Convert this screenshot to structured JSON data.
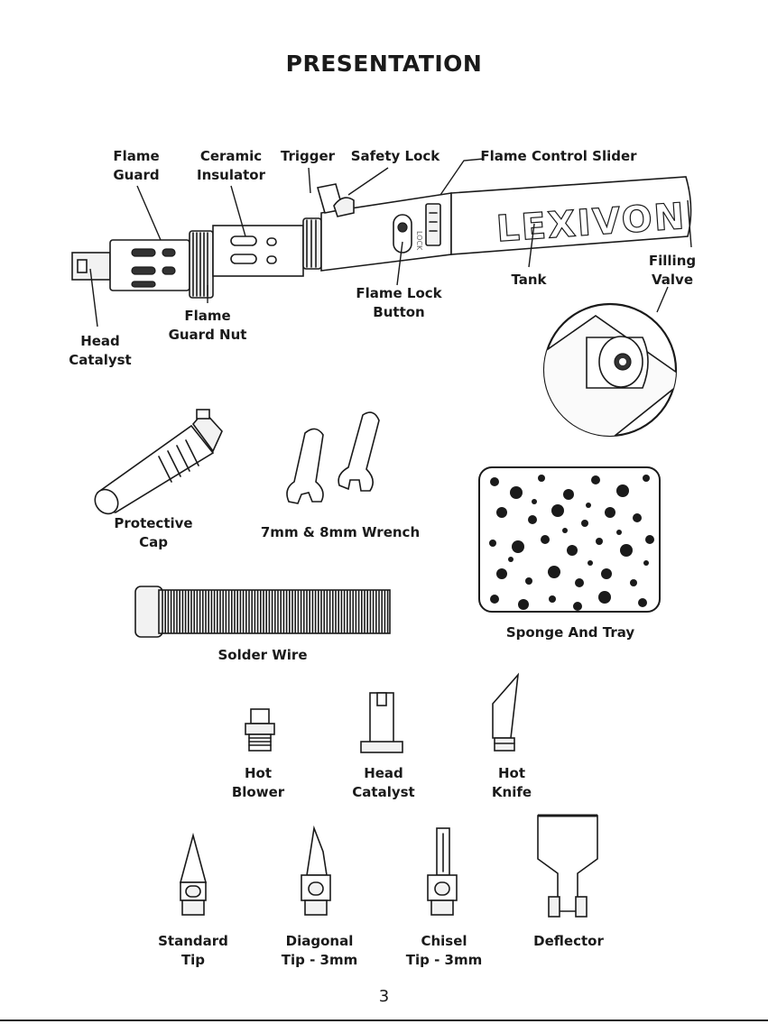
{
  "page": {
    "title": "PRESENTATION",
    "page_number": "3",
    "brand_logo_text": "LEXIVON",
    "lock_marking": "LOCK"
  },
  "torch_labels": {
    "flame_guard": [
      "Flame",
      "Guard"
    ],
    "ceramic_insulator": [
      "Ceramic",
      "Insulator"
    ],
    "trigger": [
      "Trigger"
    ],
    "safety_lock": [
      "Safety Lock"
    ],
    "flame_control_slider": [
      "Flame Control Slider"
    ],
    "filling_valve": [
      "Filling",
      "Valve"
    ],
    "tank": [
      "Tank"
    ],
    "flame_lock_button": [
      "Flame Lock",
      "Button"
    ],
    "flame_guard_nut": [
      "Flame",
      "Guard Nut"
    ],
    "head_catalyst": [
      "Head",
      "Catalyst"
    ]
  },
  "accessories": {
    "protective_cap": [
      "Protective",
      "Cap"
    ],
    "wrench": [
      "7mm & 8mm Wrench"
    ],
    "sponge_and_tray": [
      "Sponge And Tray"
    ],
    "solder_wire": [
      "Solder Wire"
    ]
  },
  "tips_row1": {
    "hot_blower": [
      "Hot",
      "Blower"
    ],
    "head_catalyst": [
      "Head",
      "Catalyst"
    ],
    "hot_knife": [
      "Hot",
      "Knife"
    ]
  },
  "tips_row2": {
    "standard_tip": [
      "Standard",
      "Tip"
    ],
    "diagonal_tip": [
      "Diagonal",
      "Tip - 3mm"
    ],
    "chisel_tip": [
      "Chisel",
      "Tip - 3mm"
    ],
    "deflector": [
      "Deflector"
    ]
  }
}
